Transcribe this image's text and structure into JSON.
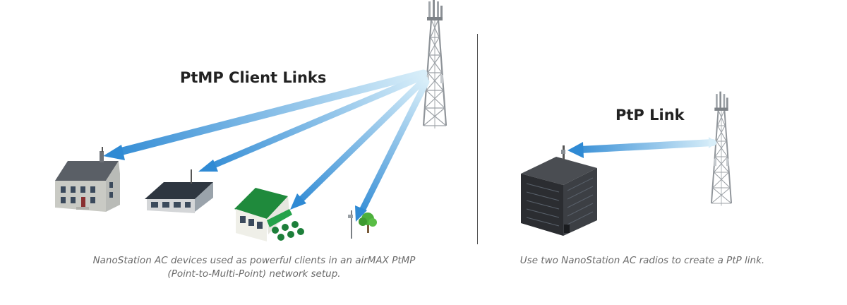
{
  "ptmp": {
    "title": "PtMP Client Links",
    "caption_line1": "NanoStation AC devices used as powerful clients in an airMAX PtMP",
    "caption_line2": "(Point-to-Multi-Point) network setup."
  },
  "ptp": {
    "title": "PtP Link",
    "caption": "Use two NanoStation AC radios to create a PtP link."
  },
  "colors": {
    "beam": "#3d95d8",
    "beam_light": "#c7e6f8",
    "tower": "#8f9499",
    "divider": "#555555"
  }
}
